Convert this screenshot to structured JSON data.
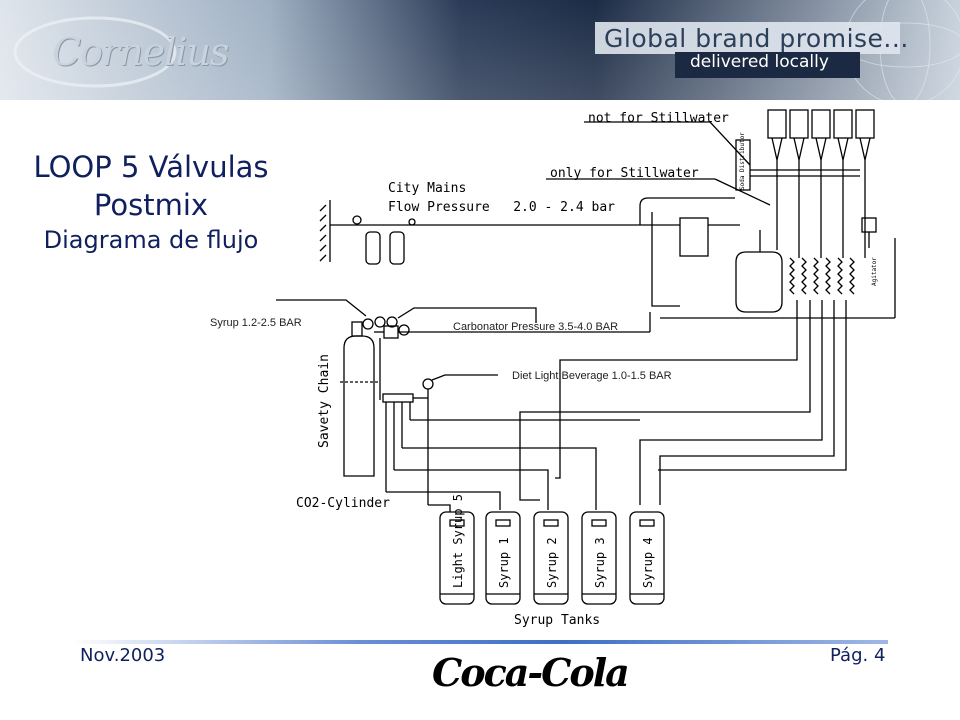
{
  "header": {
    "logo_text": "Cornelius",
    "promise_line1": "Global brand promise...",
    "promise_line2": "delivered locally"
  },
  "title": {
    "line1": "LOOP 5 Válvulas",
    "line2": "Postmix",
    "line3": "Diagrama de flujo"
  },
  "diagram": {
    "not_stillwater": "not for Stillwater",
    "only_stillwater": "only for Stillwater",
    "city_mains": "City Mains",
    "flow_pressure": "Flow Pressure   2.0 - 2.4 bar",
    "syrup_pressure": "Syrup 1.2-2.5 BAR",
    "carbonator_pressure": "Carbonator Pressure 3.5-4.0 BAR",
    "diet_pressure": "Diet Light Beverage 1.0-1.5 BAR",
    "safety_chain": "Savety Chain",
    "co2_cylinder": "CO2-Cylinder",
    "syrup_tanks": "Syrup Tanks",
    "tank_labels": [
      "Light Syrup 5",
      "Syrup 1",
      "Syrup 2",
      "Syrup 3",
      "Syrup 4"
    ],
    "agitator": "Agitator",
    "soda_water_bar": "Soda Distributor"
  },
  "footer": {
    "date": "Nov.2003",
    "page": "Pág. 4",
    "brand": "Coca-Cola"
  },
  "colors": {
    "title": "#10205f",
    "banner_dark": "#1e2e48",
    "banner_light": "#c6d0db"
  }
}
